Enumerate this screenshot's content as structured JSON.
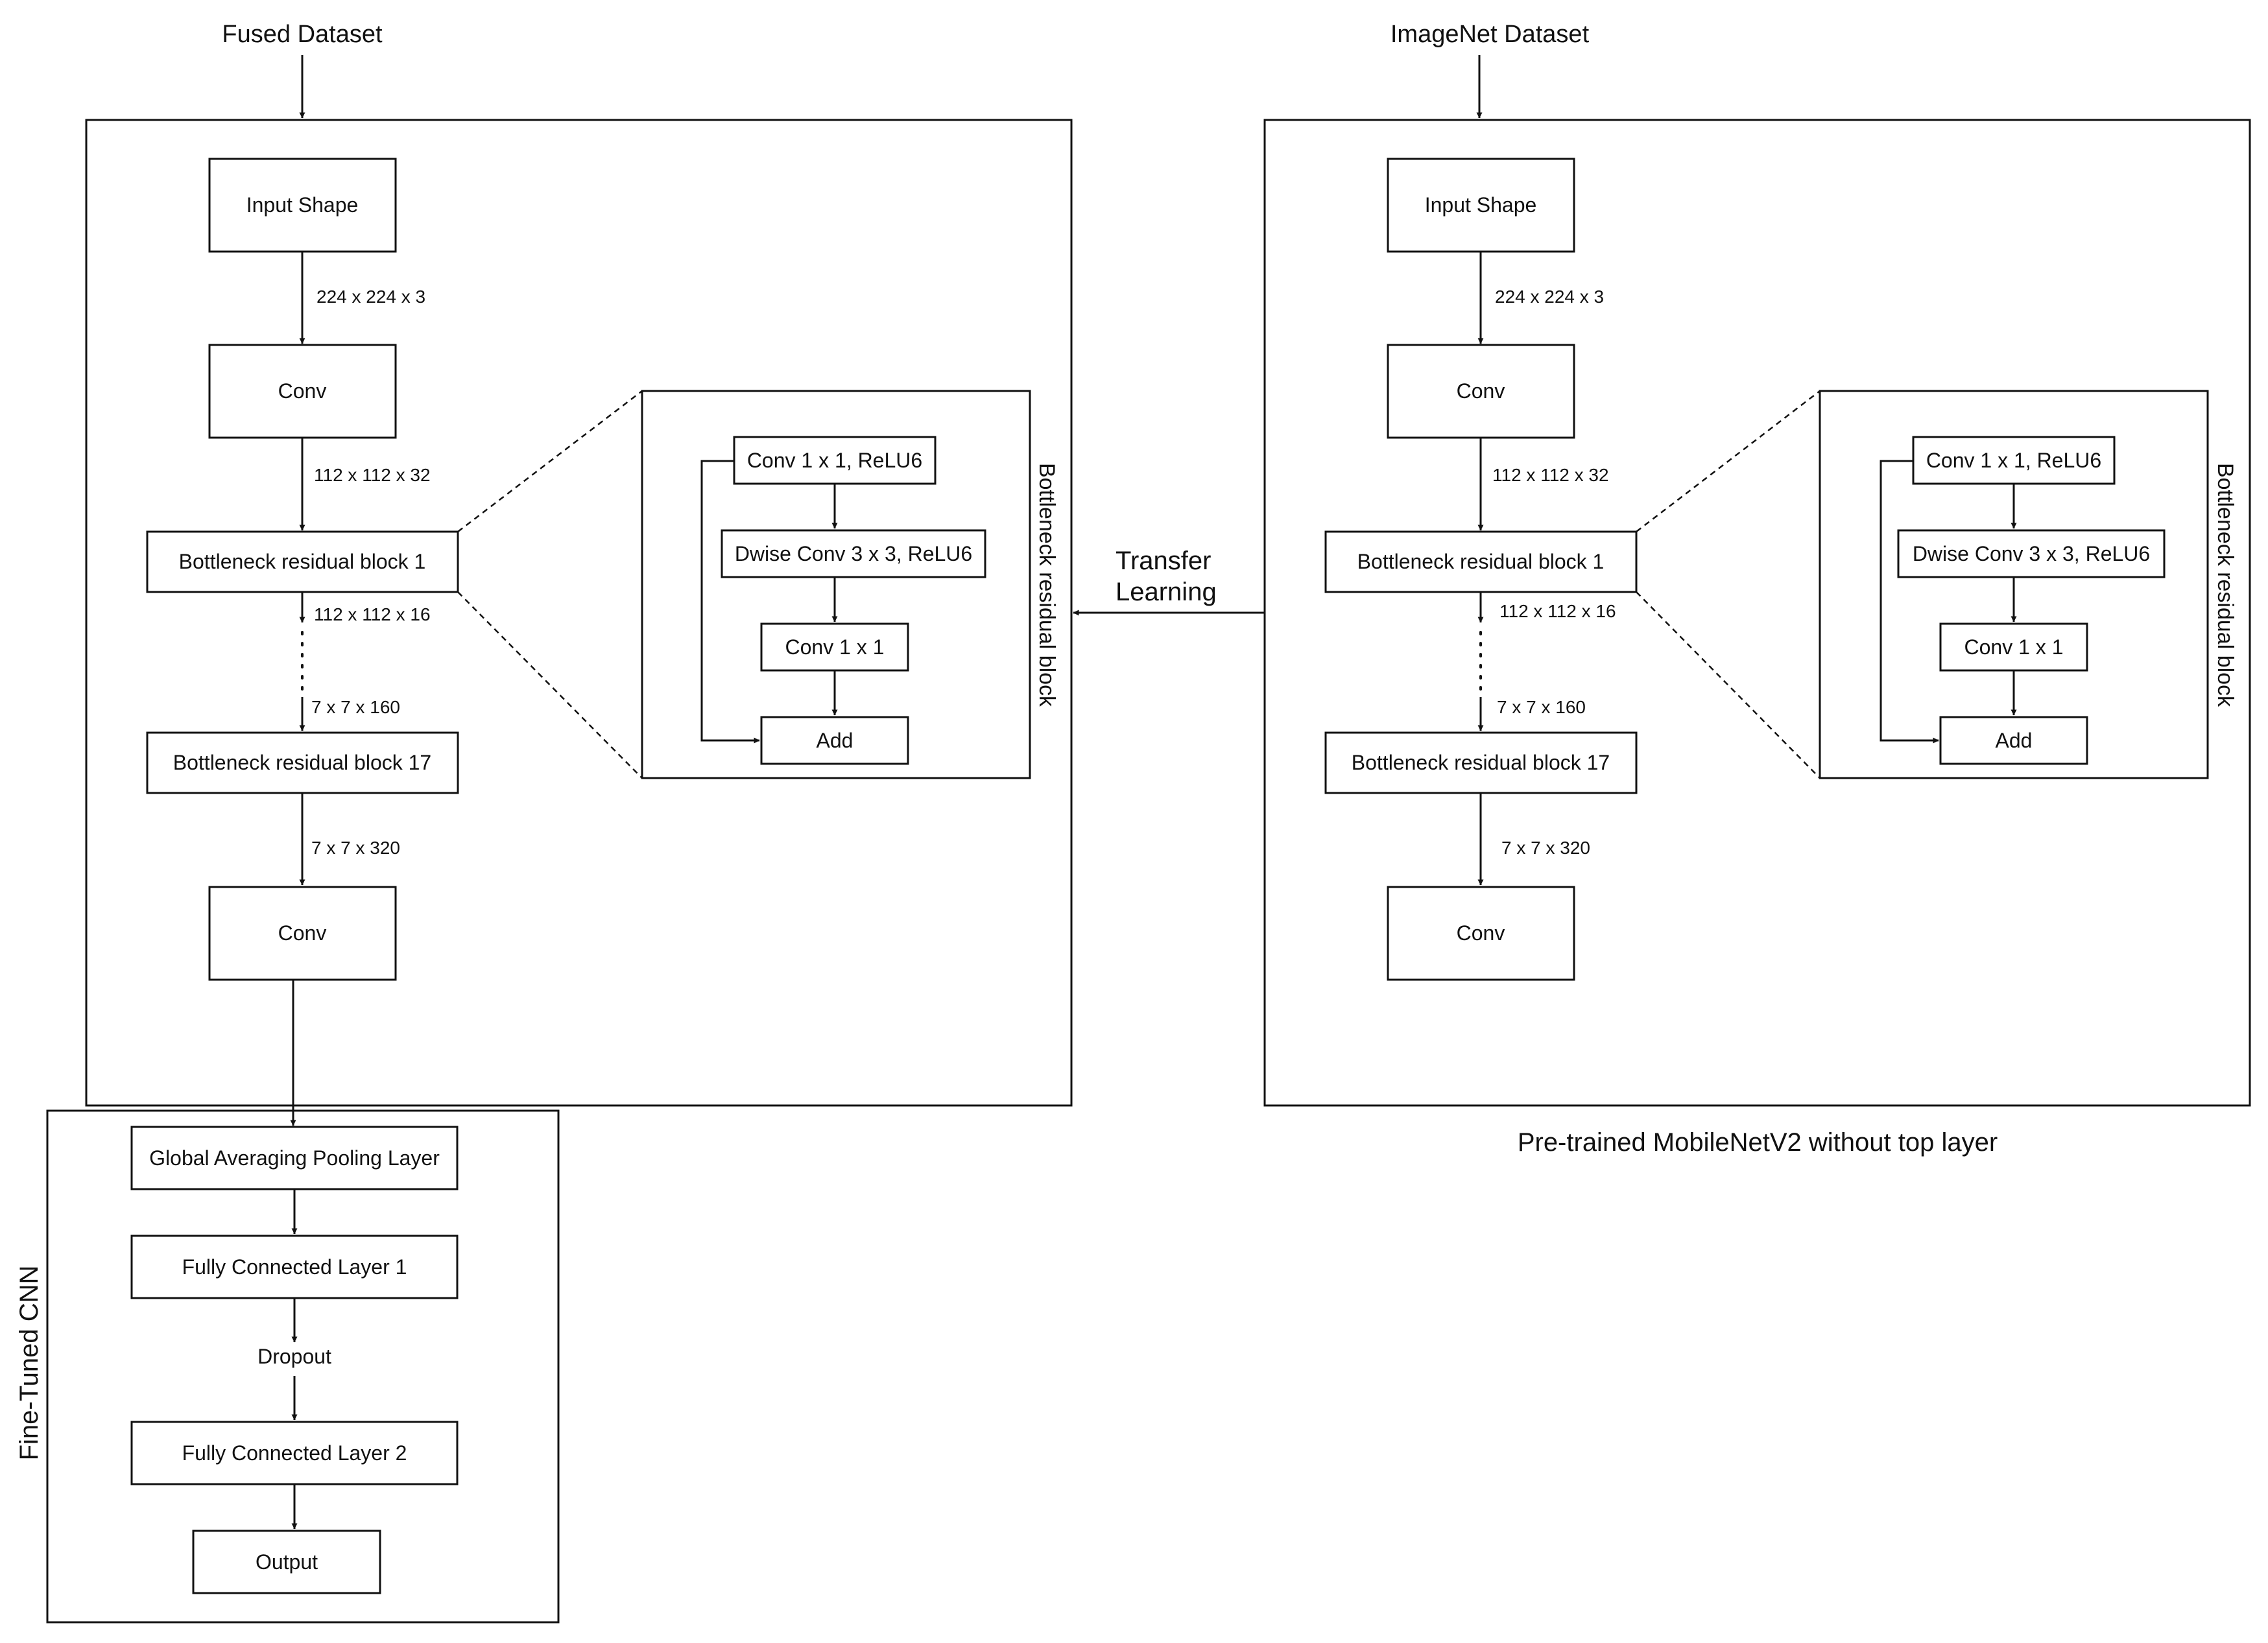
{
  "left": {
    "input_label": "Fused Dataset",
    "boxes": {
      "input_shape": "Input Shape",
      "conv1": "Conv",
      "bneck1": "Bottleneck residual block 1",
      "bneck17": "Bottleneck residual block 17",
      "conv2": "Conv"
    },
    "dims": {
      "d1": "224 x 224 x 3",
      "d2": "112 x 112 x 32",
      "d3": "112 x 112 x 16",
      "d4": "7 x 7 x 160",
      "d5": "7 x 7 x 320"
    },
    "detail": {
      "title": "Bottleneck residual block",
      "conv_relu": "Conv 1 x 1, ReLU6",
      "dwise": "Dwise Conv 3 x 3, ReLU6",
      "conv": "Conv 1 x 1",
      "add": "Add"
    }
  },
  "right": {
    "input_label": "ImageNet Dataset",
    "caption": "Pre-trained MobileNetV2 without top layer",
    "boxes": {
      "input_shape": "Input Shape",
      "conv1": "Conv",
      "bneck1": "Bottleneck residual block 1",
      "bneck17": "Bottleneck residual block 17",
      "conv2": "Conv"
    },
    "dims": {
      "d1": "224 x 224 x 3",
      "d2": "112 x 112 x 32",
      "d3": "112 x 112 x 16",
      "d4": "7 x 7 x 160",
      "d5": "7 x 7 x 320"
    },
    "detail": {
      "title": "Bottleneck residual block",
      "conv_relu": "Conv 1 x 1, ReLU6",
      "dwise": "Dwise Conv 3 x 3, ReLU6",
      "conv": "Conv 1 x 1",
      "add": "Add"
    }
  },
  "transfer": {
    "line1": "Transfer",
    "line2": "Learning"
  },
  "finetune": {
    "title": "Fine-Tuned CNN",
    "gap": "Global Averaging Pooling Layer",
    "fc1": "Fully Connected Layer 1",
    "dropout": "Dropout",
    "fc2": "Fully Connected Layer 2",
    "output": "Output"
  }
}
